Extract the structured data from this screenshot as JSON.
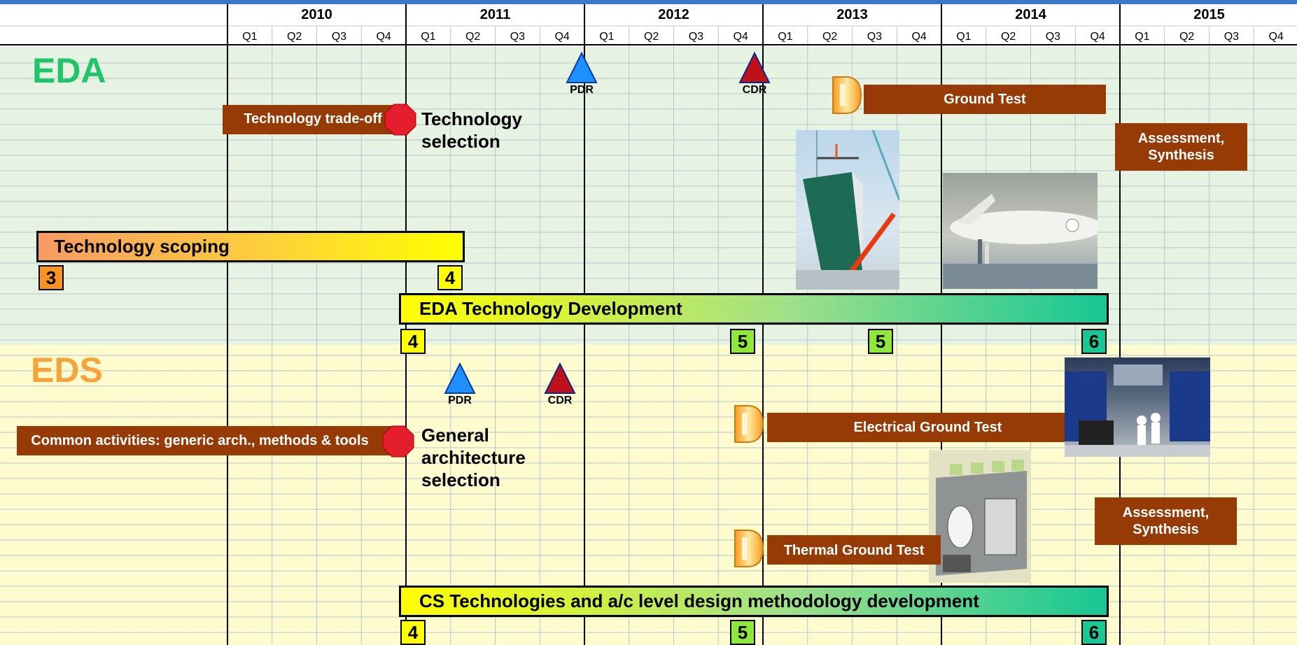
{
  "timeline": {
    "years": [
      "2010",
      "2011",
      "2012",
      "2013",
      "2014",
      "2015"
    ],
    "quarters": [
      "Q1",
      "Q2",
      "Q3",
      "Q4"
    ]
  },
  "eda": {
    "title": "EDA",
    "tradeoff_bar": "Technology  trade-off",
    "selection_label": "Technology selection",
    "pdr": "PDR",
    "cdr": "CDR",
    "ground_test": "Ground Test",
    "assessment": "Assessment, Synthesis",
    "scoping_bar": "Technology scoping",
    "development_bar": "EDA Technology Development",
    "trl": {
      "scoping_start": "3",
      "scoping_end": "4",
      "dev_start": "4",
      "dev_mid1": "5",
      "dev_mid2": "5",
      "dev_end": "6"
    }
  },
  "eds": {
    "title": "EDS",
    "pdr": "PDR",
    "cdr": "CDR",
    "common_bar": "Common activities: generic arch., methods & tools",
    "selection_label": "General architecture selection",
    "electrical_test": "Electrical Ground Test",
    "thermal_test": "Thermal Ground Test",
    "assessment": "Assessment, Synthesis",
    "methodology_bar": "CS Technologies and a/c level design methodology development",
    "trl": {
      "start": "4",
      "mid": "5",
      "end": "6"
    }
  },
  "colors": {
    "eda_title": "#22c46a",
    "eds_title": "#f7a33b",
    "activity_bar": "#963a06",
    "eda_background": "#e7f3e2",
    "eds_background": "#fefbcf",
    "stop_sign": "#e41e2c",
    "pdr_triangle": "#1e90ff",
    "cdr_triangle": "#c0101a"
  }
}
